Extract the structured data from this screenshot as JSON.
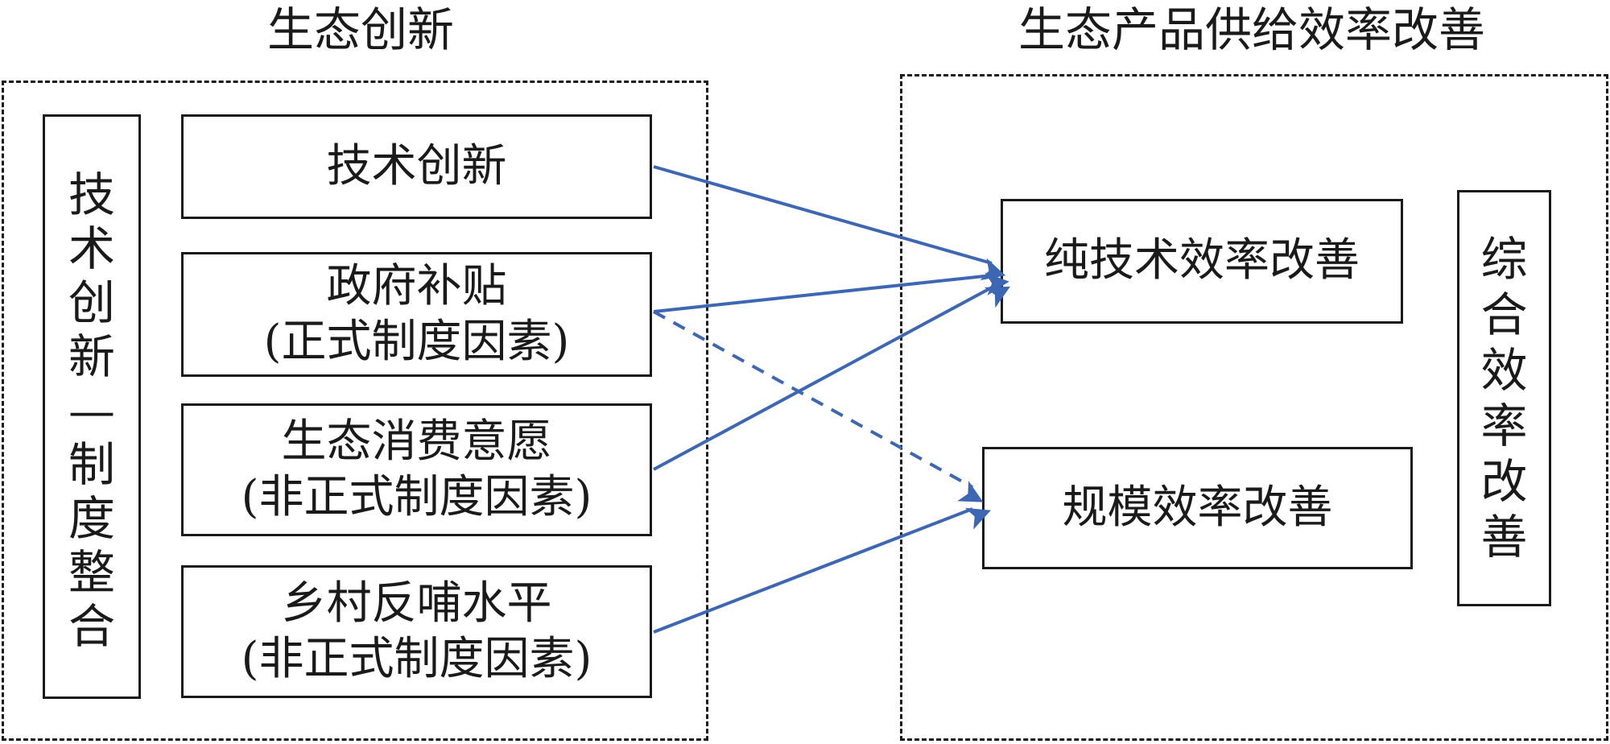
{
  "headings": {
    "left": "生态创新",
    "right": "生态产品供给效率改善"
  },
  "left_group": {
    "side_label": [
      "技",
      "术",
      "创",
      "新",
      "—",
      "制",
      "度",
      "整",
      "合"
    ],
    "boxes": [
      {
        "line1": "技术创新",
        "line2": ""
      },
      {
        "line1": "政府补贴",
        "line2": "(正式制度因素)"
      },
      {
        "line1": "生态消费意愿",
        "line2": "(非正式制度因素)"
      },
      {
        "line1": "乡村反哺水平",
        "line2": "(非正式制度因素)"
      }
    ]
  },
  "right_group": {
    "boxes": [
      {
        "label": "纯技术效率改善"
      },
      {
        "label": "规模效率改善"
      }
    ],
    "side_label": [
      "综",
      "合",
      "效",
      "率",
      "改",
      "善"
    ]
  },
  "edges": [
    {
      "from": "技术创新",
      "to": "纯技术效率改善",
      "style": "solid"
    },
    {
      "from": "政府补贴",
      "to": "纯技术效率改善",
      "style": "solid"
    },
    {
      "from": "政府补贴",
      "to": "规模效率改善",
      "style": "dashed"
    },
    {
      "from": "生态消费意愿",
      "to": "纯技术效率改善",
      "style": "solid"
    },
    {
      "from": "乡村反哺水平",
      "to": "规模效率改善",
      "style": "solid"
    }
  ],
  "colors": {
    "arrow": "#3d66b3",
    "stroke": "#1a1a1a"
  }
}
